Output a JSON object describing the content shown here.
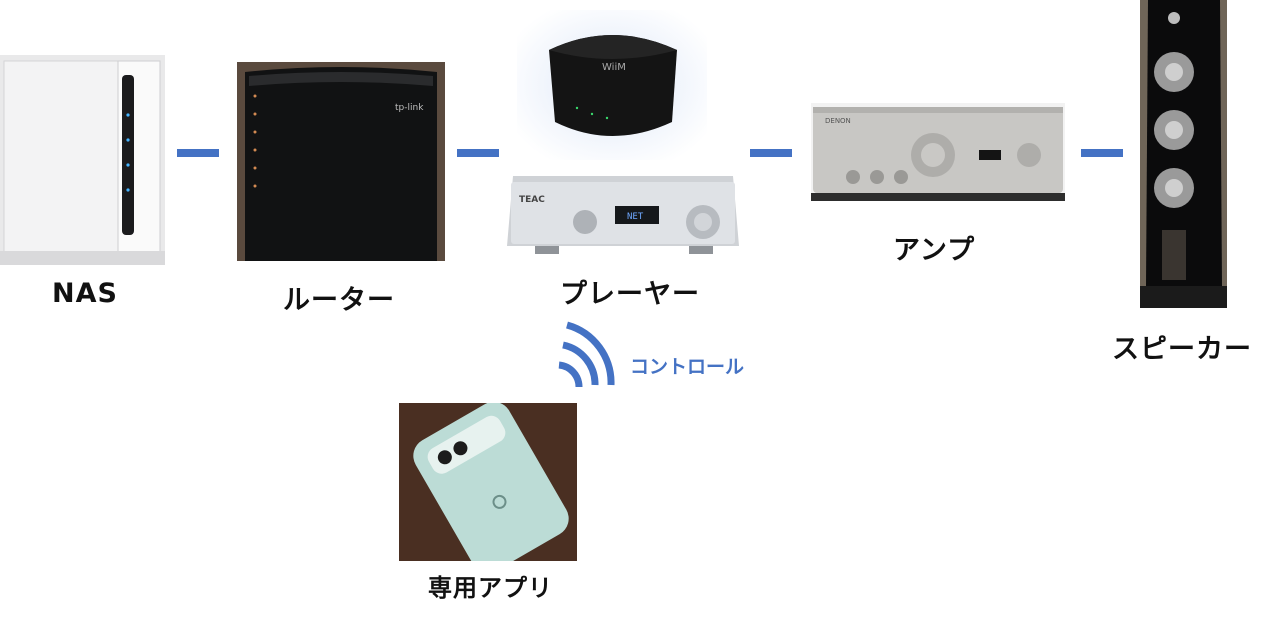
{
  "colors": {
    "connector": "#4472c4",
    "label": "#111111"
  },
  "nodes": [
    {
      "id": "nas",
      "label": "NAS"
    },
    {
      "id": "router",
      "label": "ルーター",
      "brand": "tp-link"
    },
    {
      "id": "player",
      "label": "プレーヤー",
      "brand": "TEAC",
      "display": "NET",
      "streamer_brand": "WiiM"
    },
    {
      "id": "amp",
      "label": "アンプ",
      "brand": "DENON"
    },
    {
      "id": "speaker",
      "label": "スピーカー"
    },
    {
      "id": "app",
      "label": "専用アプリ"
    }
  ],
  "links": [
    {
      "from": "nas",
      "to": "router"
    },
    {
      "from": "router",
      "to": "player"
    },
    {
      "from": "player",
      "to": "amp"
    },
    {
      "from": "amp",
      "to": "speaker"
    }
  ],
  "control": {
    "from": "app",
    "to": "player",
    "label": "コントロール",
    "icon": "wireless-signal-icon"
  }
}
